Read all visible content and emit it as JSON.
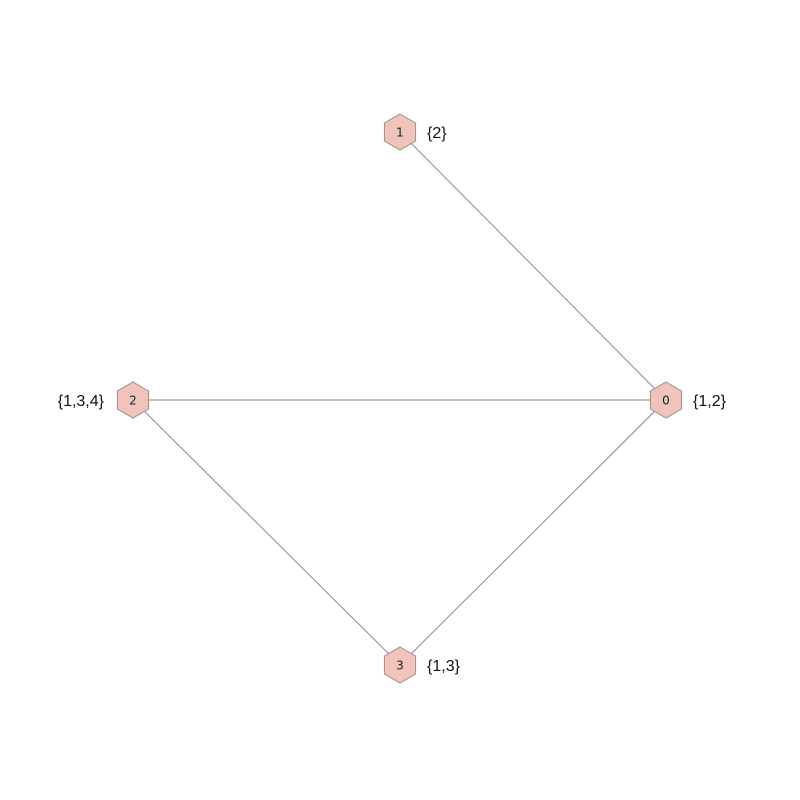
{
  "graph": {
    "colors": {
      "node_fill": "#f0c4ba",
      "node_stroke": "#a08a86",
      "edge": "#8a8a8a"
    },
    "node_shape": "hexagon",
    "nodes": [
      {
        "id": "0",
        "set": "{1,2}"
      },
      {
        "id": "1",
        "set": "{2}"
      },
      {
        "id": "2",
        "set": "{1,3,4}"
      },
      {
        "id": "3",
        "set": "{1,3}"
      }
    ],
    "edges": [
      {
        "source": "1",
        "target": "0"
      },
      {
        "source": "2",
        "target": "0"
      },
      {
        "source": "2",
        "target": "3"
      },
      {
        "source": "3",
        "target": "0"
      }
    ]
  }
}
